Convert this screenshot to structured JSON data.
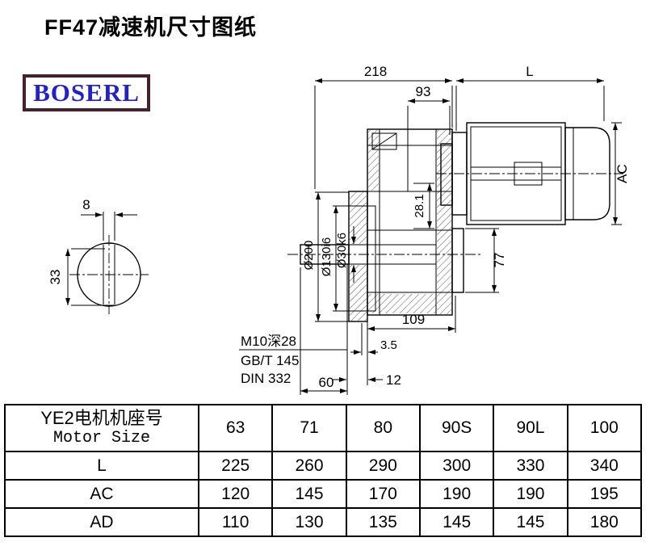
{
  "page": {
    "title": "FF47减速机尺寸图纸",
    "brand": "BOSERL"
  },
  "drawing": {
    "dims": {
      "total_length": "218",
      "motor_length": "L",
      "housing_top": "93",
      "motor_height": "AC",
      "key_width": "8",
      "key_height": "33",
      "flange_od": "Ø200",
      "spigot_od": "Ø130i6",
      "shaft_od": "Ø30k6",
      "key_depth": "28.1",
      "housing_side": "77",
      "housing_bottom": "109",
      "step": "3.5",
      "shaft_len": "60",
      "flange_thk": "12"
    },
    "notes": [
      "M10深28",
      "GB/T 145",
      "DIN 332"
    ]
  },
  "table": {
    "header_cn": "YE2电机机座号",
    "header_en": "Motor Size",
    "sizes": [
      "63",
      "71",
      "80",
      "90S",
      "90L",
      "100"
    ],
    "rows": [
      {
        "label": "L",
        "values": [
          "225",
          "260",
          "290",
          "300",
          "330",
          "340"
        ]
      },
      {
        "label": "AC",
        "values": [
          "120",
          "145",
          "170",
          "190",
          "190",
          "195"
        ]
      },
      {
        "label": "AD",
        "values": [
          "110",
          "130",
          "135",
          "145",
          "145",
          "180"
        ]
      }
    ]
  }
}
